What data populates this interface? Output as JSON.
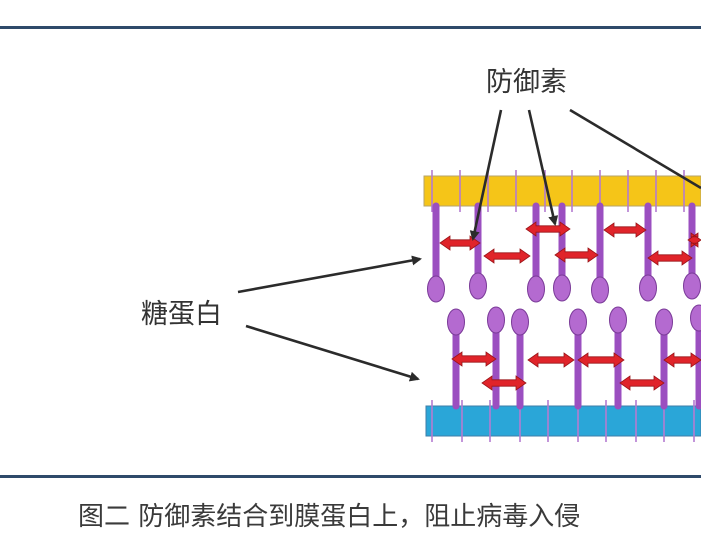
{
  "labels": {
    "defensin": "防御素",
    "glycoprotein": "糖蛋白"
  },
  "caption": "图二 防御素结合到膜蛋白上，阻止病毒入侵",
  "colors": {
    "rule": "#2f4a6a",
    "top_membrane": "#f5c518",
    "bottom_membrane": "#2aa6d8",
    "stalk": "#9b4fc0",
    "head": "#b46ad0",
    "binding_arrow": "#e0242a",
    "pointer_arrow": "#2b2b2b"
  }
}
